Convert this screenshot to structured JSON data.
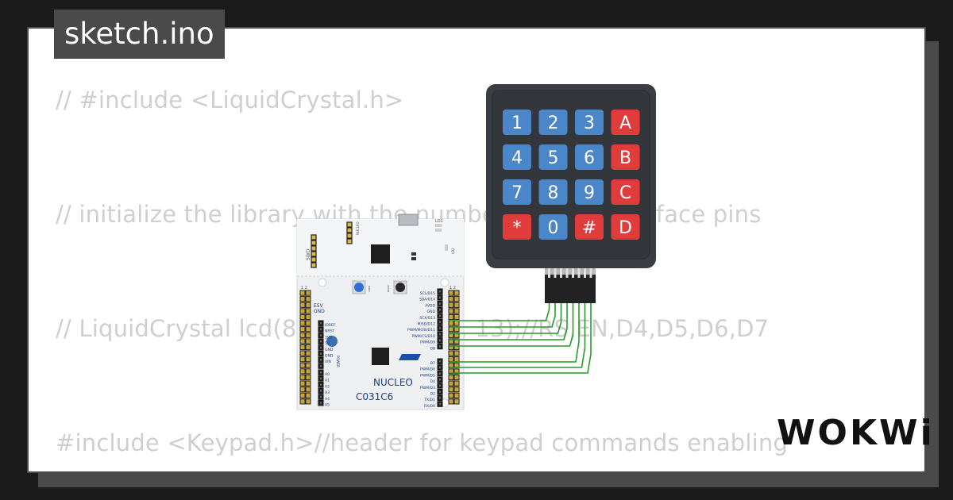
{
  "window": {
    "title": "sketch.ino"
  },
  "code_lines": [
    "// #include <LiquidCrystal.h>",
    "// initialize the library with the numbers of the interface pins",
    "// LiquidCrystal lcd(8, 9, 10, 11, 12, 13);//RS,EN,D4,D5,D6,D7",
    "#include <Keypad.h>//header for keypad commands enabling"
  ],
  "board": {
    "model_line1": "NUCLEO",
    "model_line2": "C031C6",
    "label_swd": "SWD",
    "label_nucleo_top": "NUCLEO",
    "label_ld1": "LD1",
    "label_ld2": "LD2",
    "label_e5v": "E5V",
    "label_gnd": "GND",
    "label_power": "POWER",
    "label_user": "USER",
    "label_reset": "RESET",
    "header_num_left": "1 2",
    "header_num_right": "1 2",
    "power_pins": [
      "IOREF",
      "NRST",
      "3V3",
      "5V",
      "GND",
      "GND",
      "VIN"
    ],
    "analog_pins": [
      "A0",
      "A1",
      "A2",
      "A3",
      "A4",
      "A5"
    ],
    "digital_pins_upper": [
      "SCL/D15",
      "SDA/D14",
      "AVDD",
      "GND",
      "SCK/D13",
      "MISO/D12",
      "PWM/MOSI/D11",
      "PWM/CS/D10",
      "PWM/D9",
      "D8"
    ],
    "digital_pins_lower": [
      "D7",
      "PWM/D6",
      "PWM/D5",
      "D4",
      "PWM/D3",
      "D2",
      "TX/D1",
      "RX/D0"
    ]
  },
  "keypad": {
    "keys": [
      [
        "1",
        "2",
        "3",
        "A"
      ],
      [
        "4",
        "5",
        "6",
        "B"
      ],
      [
        "7",
        "8",
        "9",
        "C"
      ],
      [
        "*",
        "0",
        "#",
        "D"
      ]
    ],
    "colors": {
      "num": "#4a86c8",
      "letter": "#e03c3c",
      "body": "#3a3d42",
      "inner": "#33363b"
    }
  },
  "wire_color": "#2a9a2a",
  "brand": {
    "logo": "WOKWi"
  }
}
